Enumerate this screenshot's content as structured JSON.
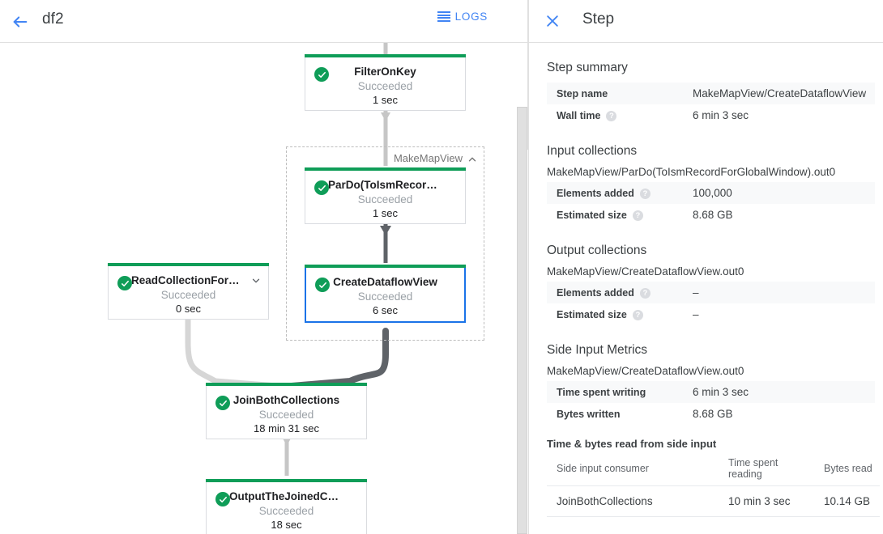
{
  "topbar": {
    "back_icon": "back-arrow-icon",
    "job_title": "df2",
    "logs_label": "LOGS",
    "logs_icon": "hamburger-logs-icon"
  },
  "graph": {
    "group": {
      "label": "MakeMapView",
      "chevron": "chevron-up-icon"
    },
    "nodes": [
      {
        "id": "filter-on-key",
        "title": "FilterOnKey",
        "status": "Succeeded",
        "time": "1 sec",
        "selected": false,
        "has_chevron": false
      },
      {
        "id": "pardo-to-ism-record",
        "title": "ParDo(ToIsmRecordFor…",
        "status": "Succeeded",
        "time": "1 sec",
        "selected": false,
        "has_chevron": false
      },
      {
        "id": "read-collection-for-join",
        "title": "ReadCollectionForJoin",
        "status": "Succeeded",
        "time": "0 sec",
        "selected": false,
        "has_chevron": true,
        "chevron": "chevron-down-icon"
      },
      {
        "id": "create-dataflow-view",
        "title": "CreateDataflowView",
        "status": "Succeeded",
        "time": "6 sec",
        "selected": true,
        "has_chevron": false
      },
      {
        "id": "join-both-collections",
        "title": "JoinBothCollections",
        "status": "Succeeded",
        "time": "18 min 31 sec",
        "selected": false,
        "has_chevron": false
      },
      {
        "id": "output-the-joined-collection",
        "title": "OutputTheJoinedCollec…",
        "status": "Succeeded",
        "time": "18 sec",
        "selected": false,
        "has_chevron": false
      }
    ]
  },
  "panel": {
    "close_icon": "close-x-icon",
    "title": "Step",
    "step_summary": {
      "heading": "Step summary",
      "rows": [
        {
          "key": "Step name",
          "value": "MakeMapView/CreateDataflowView",
          "has_help": false
        },
        {
          "key": "Wall time",
          "value": "6 min 3 sec",
          "has_help": true
        }
      ]
    },
    "input_collections": {
      "heading": "Input collections",
      "collection_name": "MakeMapView/ParDo(ToIsmRecordForGlobalWindow).out0",
      "rows": [
        {
          "key": "Elements added",
          "value": "100,000",
          "has_help": true
        },
        {
          "key": "Estimated size",
          "value": "8.68 GB",
          "has_help": true
        }
      ]
    },
    "output_collections": {
      "heading": "Output collections",
      "collection_name": "MakeMapView/CreateDataflowView.out0",
      "rows": [
        {
          "key": "Elements added",
          "value": "–",
          "has_help": true
        },
        {
          "key": "Estimated size",
          "value": "–",
          "has_help": true
        }
      ]
    },
    "side_input_metrics": {
      "heading": "Side Input Metrics",
      "collection_name": "MakeMapView/CreateDataflowView.out0",
      "rows": [
        {
          "key": "Time spent writing",
          "value": "6 min 3 sec",
          "has_help": false
        },
        {
          "key": "Bytes written",
          "value": "8.68 GB",
          "has_help": false
        }
      ]
    },
    "side_input_table": {
      "title": "Time & bytes read from side input",
      "columns": [
        "Side input consumer",
        "Time spent reading",
        "Bytes read"
      ],
      "rows": [
        [
          "JoinBothCollections",
          "10 min 3 sec",
          "10.14 GB"
        ]
      ]
    }
  },
  "colors": {
    "accent_blue": "#4285f4",
    "selected_blue": "#1a73e8",
    "success_green": "#0f9d58",
    "muted_gray": "#9aa0a6"
  },
  "help_glyph": "?"
}
